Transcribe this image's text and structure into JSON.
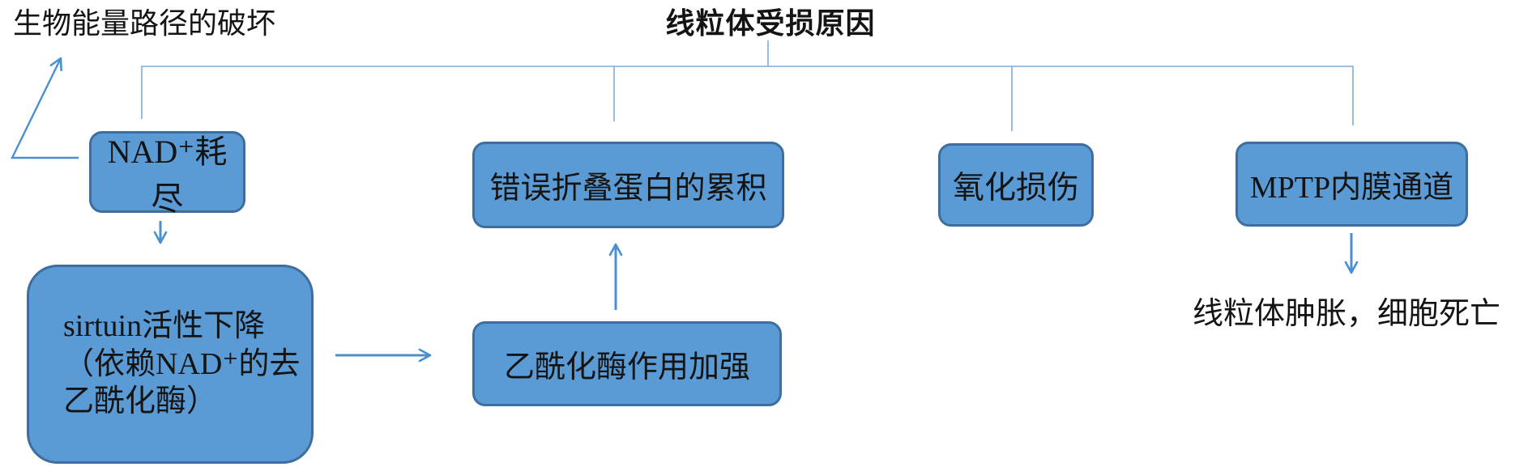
{
  "colors": {
    "box_fill": "#5B9BD5",
    "box_border": "#3D6E9E",
    "connector": "#7FACDB",
    "arrow": "#4A8FD0",
    "text": "#141414"
  },
  "labels": {
    "bioenergy": "生物能量路径的破坏",
    "title": "线粒体受损原因",
    "swelling": "线粒体肿胀，细胞死亡"
  },
  "boxes": {
    "nad": {
      "text": "NAD⁺耗尽"
    },
    "sirtuin": {
      "lines": [
        "sirtuin活性下降",
        "（依赖NAD⁺的去",
        "乙酰化酶）"
      ]
    },
    "misfolded": {
      "text": "错误折叠蛋白的累积"
    },
    "acetylase": {
      "text": "乙酰化酶作用加强"
    },
    "oxidative": {
      "text": "氧化损伤"
    },
    "mptp": {
      "text": "MPTP内膜通道"
    }
  },
  "connections": {
    "tree_root": "线粒体受损原因",
    "tree_children": [
      "NAD⁺耗尽",
      "错误折叠蛋白的累积",
      "氧化损伤",
      "MPTP内膜通道"
    ],
    "arrows": [
      {
        "from": "NAD⁺耗尽",
        "to": "生物能量路径的破坏"
      },
      {
        "from": "NAD⁺耗尽",
        "to": "sirtuin活性下降（依赖NAD⁺的去乙酰化酶）"
      },
      {
        "from": "sirtuin活性下降（依赖NAD⁺的去乙酰化酶）",
        "to": "乙酰化酶作用加强"
      },
      {
        "from": "乙酰化酶作用加强",
        "to": "错误折叠蛋白的累积"
      },
      {
        "from": "MPTP内膜通道",
        "to": "线粒体肿胀，细胞死亡"
      }
    ]
  }
}
